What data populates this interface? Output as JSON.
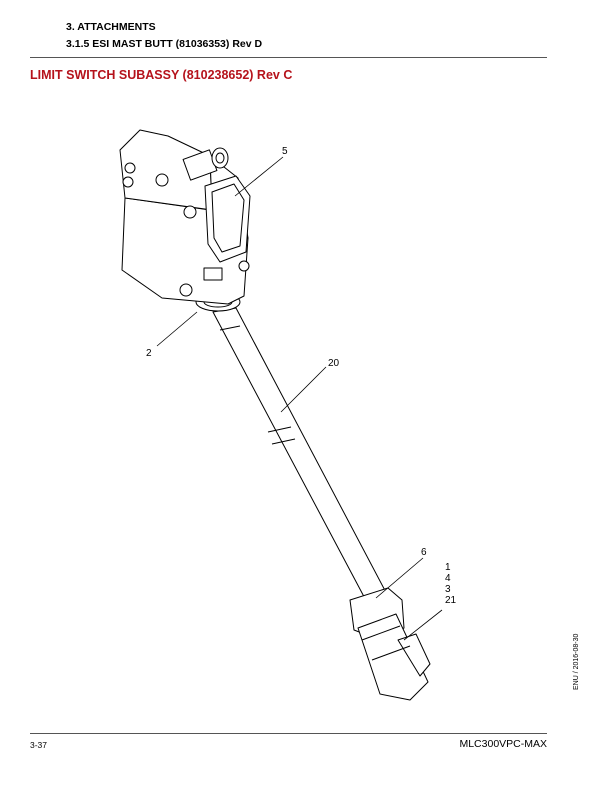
{
  "header": {
    "chapter": "3. ATTACHMENTS",
    "section": "3.1.5 ESI MAST BUTT (81036353) Rev D"
  },
  "title": "LIMIT SWITCH SUBASSY (810238652) Rev C",
  "callouts": {
    "c5": "5",
    "c2": "2",
    "c20": "20",
    "c6": "6",
    "stack": [
      "1",
      "4",
      "3",
      "21"
    ]
  },
  "side_date": "ENU / 2016-08-30",
  "footer": {
    "page": "3-37",
    "model": "MLC300VPC-MAX"
  }
}
